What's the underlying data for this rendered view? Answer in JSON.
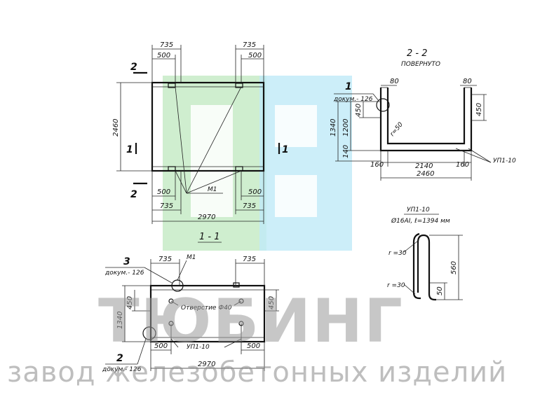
{
  "watermark": {
    "brand": "ТЮБИНГ",
    "subtitle": "завод железобетонных изделий",
    "colors": {
      "green": "#bfe8bf",
      "cyan": "#bfeaf7"
    }
  },
  "plan": {
    "dims_top_left": [
      "735",
      "500"
    ],
    "dims_top_right": [
      "735",
      "500"
    ],
    "dims_bottom_left": [
      "500",
      "735"
    ],
    "dims_bottom_right": [
      "500",
      "735"
    ],
    "width": "2970",
    "height": "2460",
    "section_mark_2": "2",
    "section_mark_1": "1",
    "insert_label": "М1"
  },
  "section22": {
    "title": "2 - 2",
    "subtitle": "ПОВЕРНУТО",
    "callout_num": "1",
    "callout_doc": "докум.- 126",
    "dim_left_top": "80",
    "dim_right_top": "80",
    "dim_450_left": "450",
    "dim_450_right": "450",
    "dim_1200": "1200",
    "dim_1340": "1340",
    "dim_140": "140",
    "radius": "r=50",
    "dim_160_left": "160",
    "dim_2140": "2140",
    "dim_160_right": "160",
    "dim_2460": "2460",
    "rebar_label": "УП1-10"
  },
  "section11": {
    "title": "1 - 1",
    "dim_735_left": "735",
    "dim_735_right": "735",
    "insert_label": "М1",
    "callout3_num": "3",
    "callout3_doc": "докум.- 126",
    "dim_450_left": "450",
    "dim_450_right": "450",
    "dim_1340": "1340",
    "hole_label": "Отверстие Ф40",
    "dim_500_left": "500",
    "dim_500_right": "500",
    "rebar_label": "УП1-10",
    "dim_2970": "2970",
    "callout2_num": "2",
    "callout2_doc": "докум.- 126"
  },
  "rebar": {
    "title": "УП1-10",
    "spec": "Ø16AI, ℓ=1394 мм",
    "r_top": "r =30",
    "r_bottom": "r =30",
    "dim_560": "560",
    "dim_50": "50"
  }
}
